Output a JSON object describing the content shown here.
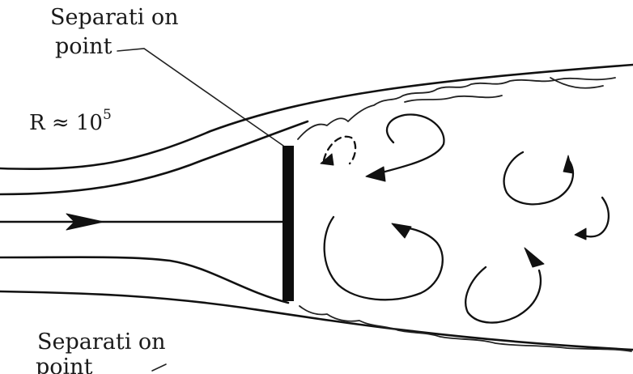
{
  "labels": {
    "separation_top_line1": "Separati on",
    "separation_top_line2": "point",
    "reynolds_prefix": "R ≈ 10",
    "reynolds_exponent": "5",
    "separation_bottom_line1": "Separati on",
    "separation_bottom_line2": "point"
  }
}
